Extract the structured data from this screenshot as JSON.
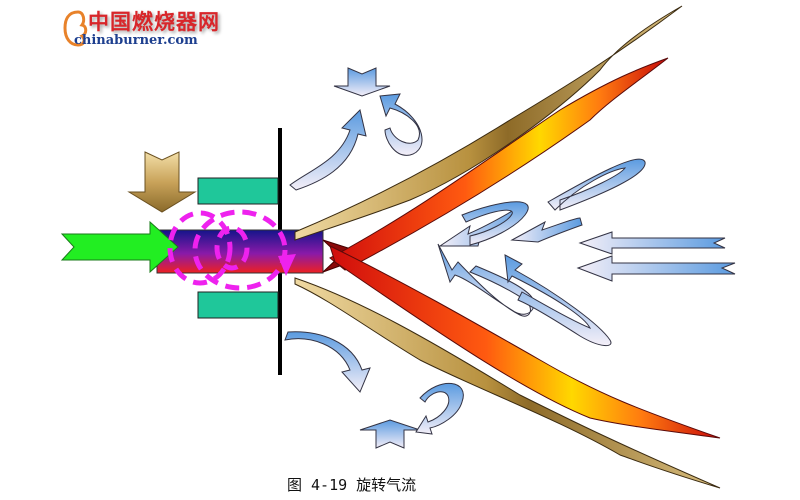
{
  "logo": {
    "cn_text": "中国燃烧器网",
    "en_text": "chinaburner.com",
    "colors": {
      "cn": "#d8262a",
      "en": "#1d3f8f",
      "mark": "#e8822a"
    }
  },
  "caption": {
    "text": "图 4-19 旋转气流"
  },
  "diagram": {
    "title": "旋转气流",
    "figure_number": "4-19",
    "elements": [
      "primary-air-arrow (green, inward)",
      "secondary-air-arrow (gold, downward)",
      "burner-nozzle (purple-to-red gradient)",
      "swirl-circles (magenta dashed)",
      "register-plates (teal)",
      "wall-line (black)",
      "flame-jets (red-orange-yellow)",
      "outer-air-jets (gold)",
      "recirculation-arrows (light blue)",
      "return-flow-arrows (light blue, from right)"
    ],
    "colors": {
      "primary_air": "#22ee22",
      "secondary_air": "#b08a3a",
      "nozzle_top": "#1a1a8a",
      "nozzle_bottom": "#ee2222",
      "swirl": "#ee22ee",
      "register": "#1fc79a",
      "flame_red": "#e01010",
      "flame_yellow": "#ffd400",
      "gold_jet": "#a88740",
      "blue_arrow": "#5b9be0",
      "blue_arrow_light": "#f2eef8"
    }
  }
}
